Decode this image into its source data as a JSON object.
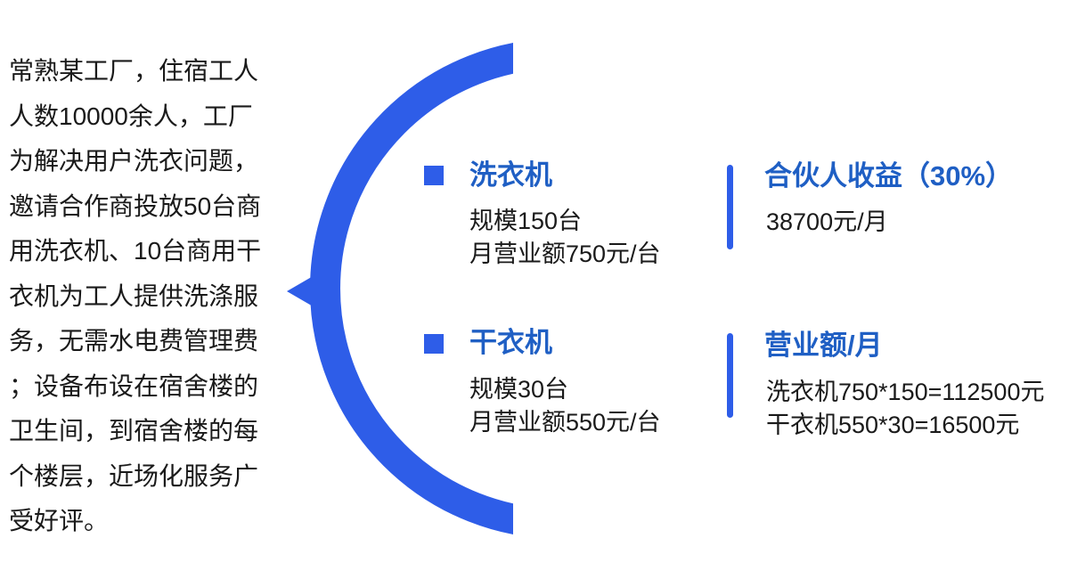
{
  "colors": {
    "accent": "#2e5de8",
    "heading": "#1f5fc4",
    "text": "#1a1a1a",
    "background": "#ffffff"
  },
  "intro": {
    "lines": [
      "常熟某工厂，住宿工人",
      "人数10000余人，工厂",
      "为解决用户洗衣问题，",
      "邀请合作商投放50台商",
      "用洗衣机、10台商用干",
      "衣机为工人提供洗涤服",
      "务，无需水电费管理费",
      "；设备布设在宿舍楼的",
      "卫生间，到宿舍楼的每",
      "个楼层，近场化服务广",
      "受好评。"
    ]
  },
  "products": [
    {
      "icon": "square-bullet-icon",
      "title": "洗衣机",
      "details": [
        "规模150台",
        "月营业额750元/台"
      ]
    },
    {
      "icon": "square-bullet-icon",
      "title": "干衣机",
      "details": [
        "规模30台",
        "月营业额550元/台"
      ]
    }
  ],
  "summaries": [
    {
      "title": "合伙人收益（30%）",
      "details": [
        "38700元/月"
      ]
    },
    {
      "title": "营业额/月",
      "details": [
        "洗衣机750*150=112500元",
        "干衣机550*30=16500元"
      ]
    }
  ]
}
